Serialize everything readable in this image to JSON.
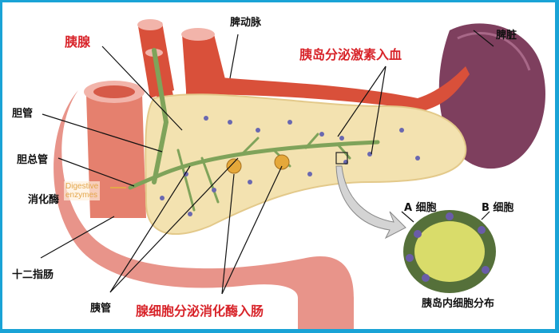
{
  "diagram": {
    "title": "胰腺",
    "labels": {
      "pancreas": "胰腺",
      "splenic_artery": "脾动脉",
      "spleen": "脾脏",
      "islet_hormone": "胰岛分泌激素入血",
      "bile_duct": "胆管",
      "common_bile_duct": "胆总管",
      "digestive_enzymes_cn": "消化酶",
      "digestive_enzymes_en_1": "Digestive",
      "digestive_enzymes_en_2": "enzymes",
      "duodenum": "十二指肠",
      "pancreatic_duct": "胰管",
      "acinar_secretion": "腺细胞分泌消化酶入肠",
      "a_cell": "A 细胞",
      "b_cell": "B 细胞",
      "islet_distribution": "胰岛内细胞分布"
    },
    "colors": {
      "border": "#1aa3d6",
      "red_label": "#d8242a",
      "artery": "#d9503a",
      "pancreas": "#f3e2b0",
      "duct": "#7fa35a",
      "spleen": "#7e3f5e",
      "duodenum": "#e8948a",
      "islet_yellow": "#d9dc6a",
      "islet_green": "#55703a",
      "islet_purple": "#6a5ca8"
    }
  }
}
